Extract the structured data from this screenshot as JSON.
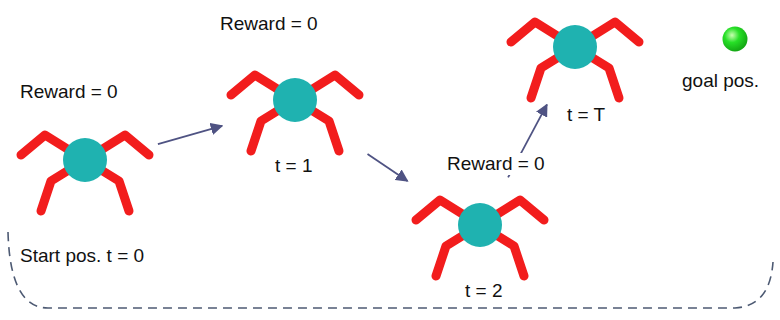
{
  "diagram": {
    "nodes": [
      {
        "text": [
          "Reward = 0",
          "Start pos. t = 0"
        ]
      },
      {
        "text": [
          "Reward = 0",
          "t = 1"
        ]
      },
      {
        "text": [
          "Reward = 0",
          "t = 2"
        ]
      },
      {
        "text": [
          "t = T"
        ]
      },
      {
        "text": [
          "goal pos."
        ]
      }
    ],
    "edges": [
      {
        "from": 0,
        "to": 1,
        "arrow": "to"
      },
      {
        "from": 1,
        "to": 2,
        "arrow": "to"
      },
      {
        "from": 2,
        "to": 3,
        "arrow": "to"
      }
    ]
  }
}
